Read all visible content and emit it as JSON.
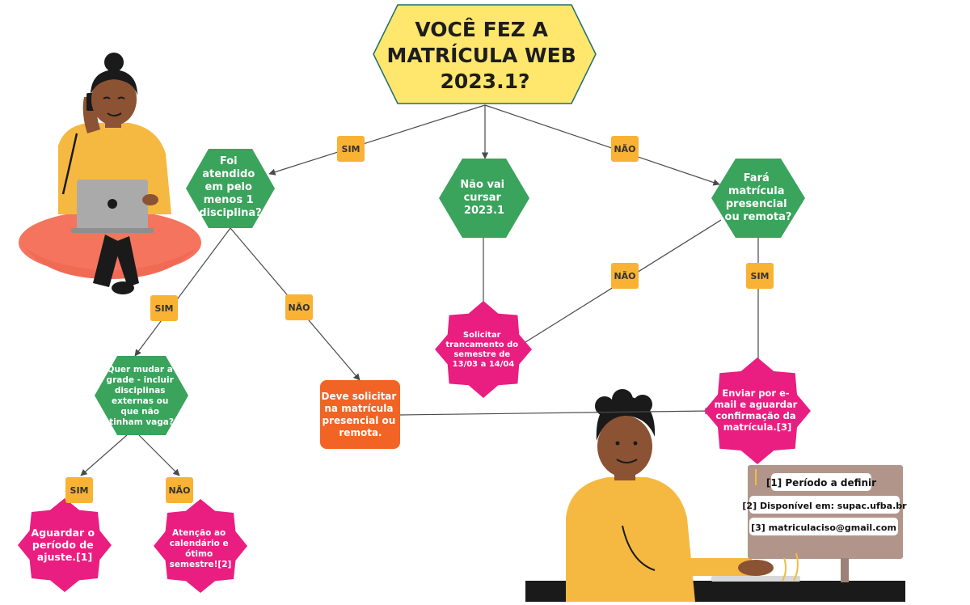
{
  "title": {
    "lines": [
      "VOCÊ FEZ A",
      "MATRÍCULA WEB",
      "2023.1?"
    ]
  },
  "nodes": {
    "atendido": {
      "lines": [
        "Foi",
        "atendido",
        "em pelo",
        "menos 1",
        "disciplina?"
      ]
    },
    "nao_vai": {
      "lines": [
        "Não vai",
        "cursar",
        "2023.1"
      ]
    },
    "fara": {
      "lines": [
        "Fará",
        "matrícula",
        "presencial",
        "ou remota?"
      ]
    },
    "trancamento": {
      "lines": [
        "Solicitar",
        "trancamento do",
        "semestre de",
        "13/03 a 14/04"
      ]
    },
    "quer_mudar": {
      "lines": [
        "Quer mudar a",
        "grade - incluir",
        "disciplinas",
        "externas ou",
        "que não",
        "tinham vaga?"
      ]
    },
    "deve_solicitar": {
      "lines": [
        "Deve solicitar",
        "na matrícula",
        "presencial ou",
        "remota."
      ]
    },
    "enviar": {
      "lines": [
        "Enviar por e-",
        "mail e aguardar",
        "confirmação da",
        "matrícula.[3]"
      ]
    },
    "aguardar": {
      "lines": [
        "Aguardar o",
        "período de",
        "ajuste.[1]"
      ]
    },
    "atencao": {
      "lines": [
        "Atenção ao",
        "calendário e",
        "ótimo",
        "semestre![2]"
      ]
    }
  },
  "labels": {
    "sim": "SIM",
    "nao": "NÃO"
  },
  "notes": [
    "[1] Período a definir",
    "[2] Disponível em: supac.ufba.br",
    "[3] matriculaciso@gmail.com"
  ],
  "colors": {
    "title_fill": "#ffe66d",
    "title_stroke": "#1d6f6f",
    "green": "#3aa35c",
    "pink": "#e91e80",
    "orange": "#f26425",
    "tag": "#f9b233",
    "skin": "#8b5234",
    "shirt": "#f5b942",
    "pants": "#f4745e",
    "monitor": "#b2958a",
    "laptop": "#aaaaaa",
    "dark": "#1a1a1a"
  },
  "icons": [
    "woman-with-laptop-illustration",
    "man-at-computer-illustration"
  ]
}
